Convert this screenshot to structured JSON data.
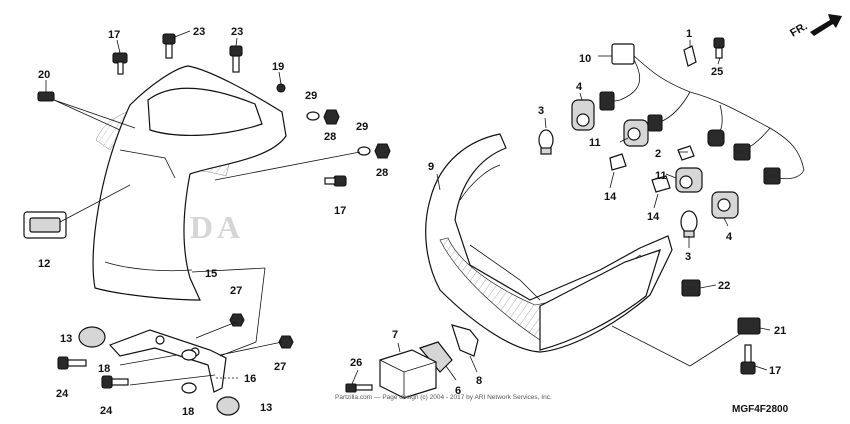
{
  "diagram": {
    "code": "MGF4F2800",
    "direction_label": "FR.",
    "watermark": "HONDA",
    "copyright": "Partzilla.com — Page design (c) 2004 - 2017 by ARI Network Services, Inc."
  },
  "callouts": {
    "c1": "1",
    "c2": "2",
    "c3a": "3",
    "c3b": "3",
    "c4a": "4",
    "c4b": "4",
    "c6": "6",
    "c7": "7",
    "c8": "8",
    "c9": "9",
    "c10": "10",
    "c11a": "11",
    "c11b": "11",
    "c12": "12",
    "c13a": "13",
    "c13b": "13",
    "c14a": "14",
    "c14b": "14",
    "c15": "15",
    "c16": "16",
    "c17a": "17",
    "c17b": "17",
    "c17c": "17",
    "c18a": "18",
    "c18b": "18",
    "c19": "19",
    "c20": "20",
    "c21": "21",
    "c22": "22",
    "c23a": "23",
    "c23b": "23",
    "c24a": "24",
    "c24b": "24",
    "c25": "25",
    "c26": "26",
    "c27a": "27",
    "c27b": "27",
    "c28a": "28",
    "c28b": "28",
    "c29a": "29",
    "c29b": "29"
  }
}
